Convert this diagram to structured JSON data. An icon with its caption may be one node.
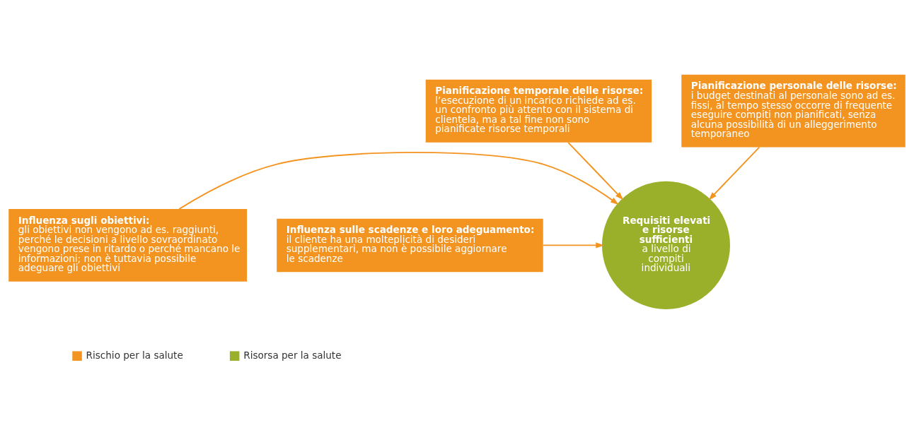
{
  "diagram": {
    "nodes": [
      {
        "text": [
          "Pianificazione temporale delle risorse:",
          "l’esecuzione di un incarico richiede ad es. un confronto più attento con il sistema di clientela, ma a tal fine non sono pianificate risorse temporali"
        ]
      },
      {
        "text": [
          "Pianificazione personale delle risorse:",
          "i budget destinati al personale sono ad es. fissi, al tempo stesso occorre di frequente eseguire compiti non pianificati, senza alcuna possibilità di un alleggerimento temporaneo"
        ]
      },
      {
        "text": [
          "Influenza sugli obiettivi:",
          "gli obiettivi non vengono ad es. raggiunti, perché le decisioni a livello sovraordinato vengono prese in ritardo o perché mancano le informazioni; non è tuttavia possibile adeguare gli obiettivi"
        ]
      },
      {
        "text": [
          "Requisiti elevati e risorse sufficienti",
          "a livello di compiti individuali"
        ]
      },
      {
        "text": [
          "Influenza sulle scadenze e loro adeguamento:",
          "il cliente ha una molteplicità di desideri supplementari, ma non è possibile aggiornare le scadenze"
        ]
      }
    ],
    "edges": [
      {
        "from": 0,
        "to": 3,
        "arrow": "to"
      },
      {
        "from": 1,
        "to": 3,
        "arrow": "to"
      },
      {
        "from": 2,
        "to": 3,
        "arrow": "to"
      },
      {
        "from": 4,
        "to": 3,
        "arrow": "to"
      }
    ],
    "legend": [
      {
        "text": "Rischio per la salute",
        "color": "#f39420"
      },
      {
        "text": "Risorsa per la salute",
        "color": "#9aaf2a"
      }
    ]
  }
}
